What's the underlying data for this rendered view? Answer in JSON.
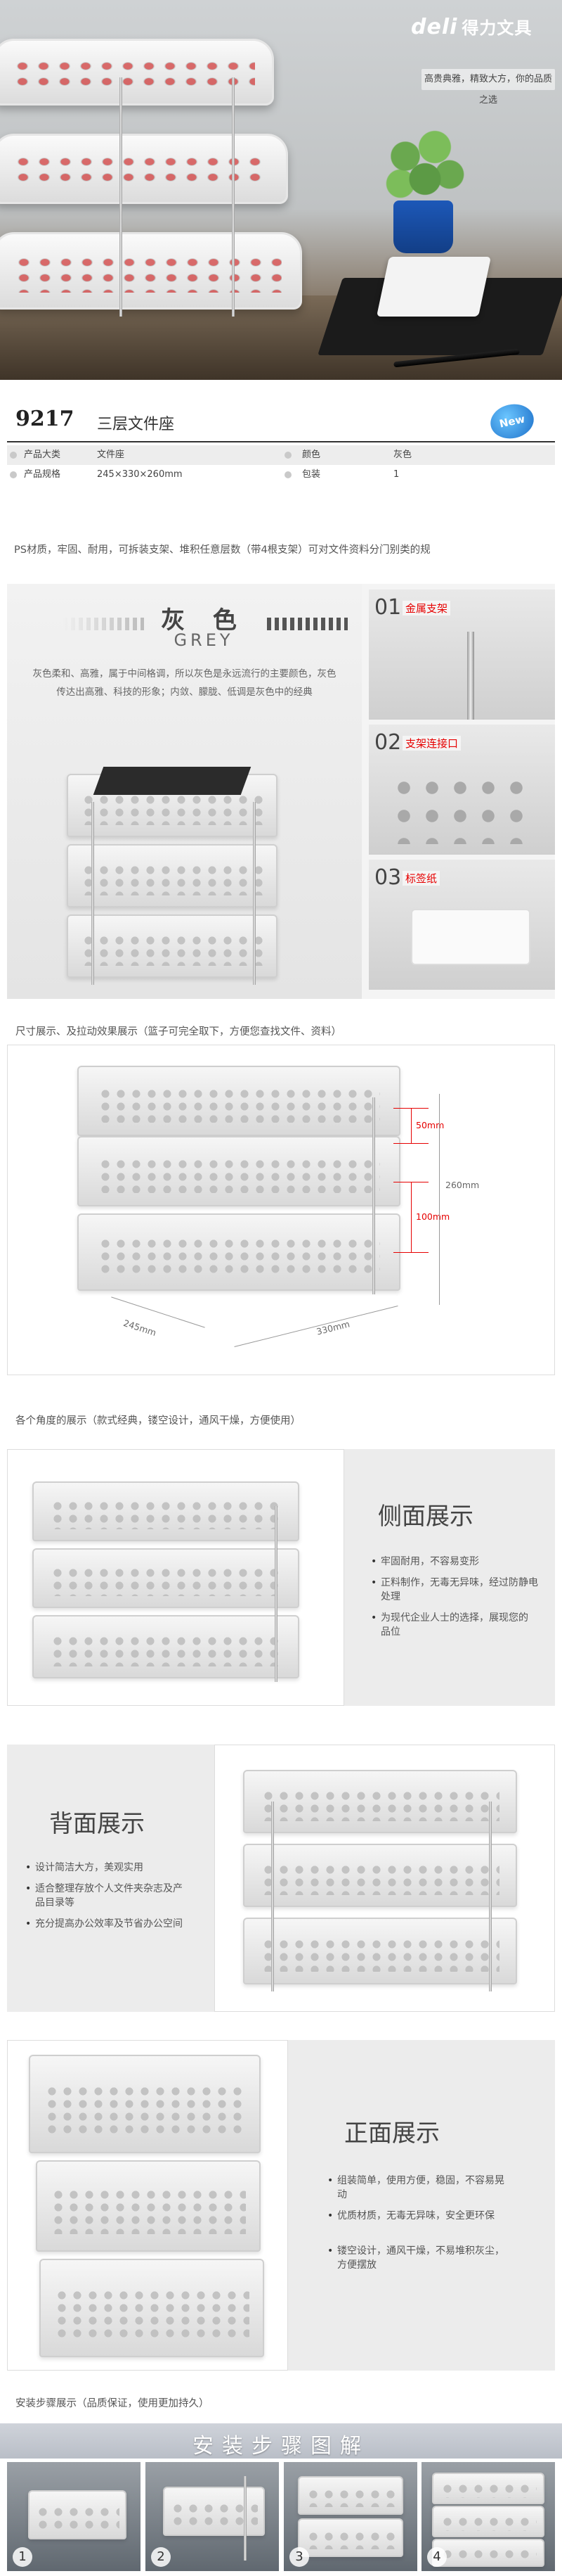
{
  "brand": {
    "logo_latin": "deli",
    "logo_cn": "得力文具",
    "slogan": "高贵典雅，精致大方，你的品质之选"
  },
  "product": {
    "model": "9217",
    "title": "三层文件座",
    "badge": "New"
  },
  "specs": [
    {
      "k1": "产品大类",
      "v1": "文件座",
      "k2": "颜色",
      "v2": "灰色"
    },
    {
      "k1": "产品规格",
      "v1": "245×330×260mm",
      "k2": "包装",
      "v2": "1"
    }
  ],
  "intro_text": "PS材质，牢固、耐用，可拆装支架、堆积任意层数（带4根支架）可对文件资料分门别类的规",
  "color_feature": {
    "title": "灰 色",
    "title_en": "GREY",
    "description": "灰色柔和、高雅，属于中间格调，所以灰色是永远流行的主要颜色，灰色传达出高雅、科技的形象；内敛、朦胧、低调是灰色中的经典",
    "details": [
      {
        "num": "01",
        "label": "金属支架"
      },
      {
        "num": "02",
        "label": "支架连接口"
      },
      {
        "num": "03",
        "label": "标签纸"
      }
    ]
  },
  "dimension_caption": "尺寸展示、及拉动效果展示（篮子可完全取下，方便您查找文件、资料）",
  "dimensions": {
    "top_gap": "50mm",
    "mid_gap": "100mm",
    "height": "260mm",
    "depth": "245mm",
    "width": "330mm"
  },
  "angles_caption": "各个角度的展示（款式经典，镂空设计，通风干燥，方便使用）",
  "side_view": {
    "title": "侧面展示",
    "bullets": [
      "牢固耐用，不容易变形",
      "正料制作，无毒无异味，经过防静电处理",
      "为现代企业人士的选择，展现您的品位"
    ]
  },
  "back_view": {
    "title": "背面展示",
    "bullets": [
      "设计简洁大方，美观实用",
      "适合整理存放个人文件夹杂志及产品目录等",
      "充分提高办公效率及节省办公空间"
    ]
  },
  "front_view": {
    "title": "正面展示",
    "bullets": [
      "组装简单，使用方便，稳固，不容易晃动",
      "优质材质，无毒无异味，安全更环保",
      "镂空设计，通风干燥，不易堆积灰尘，方便摆放"
    ]
  },
  "install_caption": "安装步骤展示（品质保证，使用更加持久）",
  "install": {
    "title": "安装步骤图解",
    "steps": [
      "1",
      "2",
      "3",
      "4"
    ]
  }
}
